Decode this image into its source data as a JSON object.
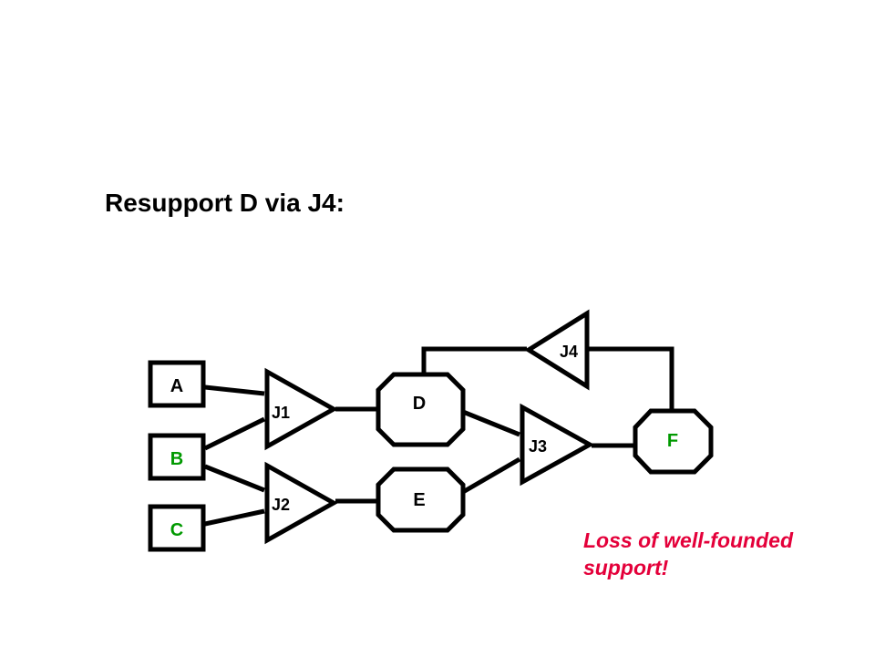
{
  "title": "Resupport D via J4:",
  "note": {
    "line1": "Loss of well-founded",
    "line2": "support!"
  },
  "colors": {
    "premise_label": "#009900",
    "node_label": "#000000",
    "note": "#e4003a",
    "stroke": "#000000"
  },
  "nodes": {
    "A": "A",
    "B": "B",
    "C": "C",
    "D": "D",
    "E": "E",
    "F": "F"
  },
  "justifications": {
    "J1": "J1",
    "J2": "J2",
    "J3": "J3",
    "J4": "J4"
  }
}
